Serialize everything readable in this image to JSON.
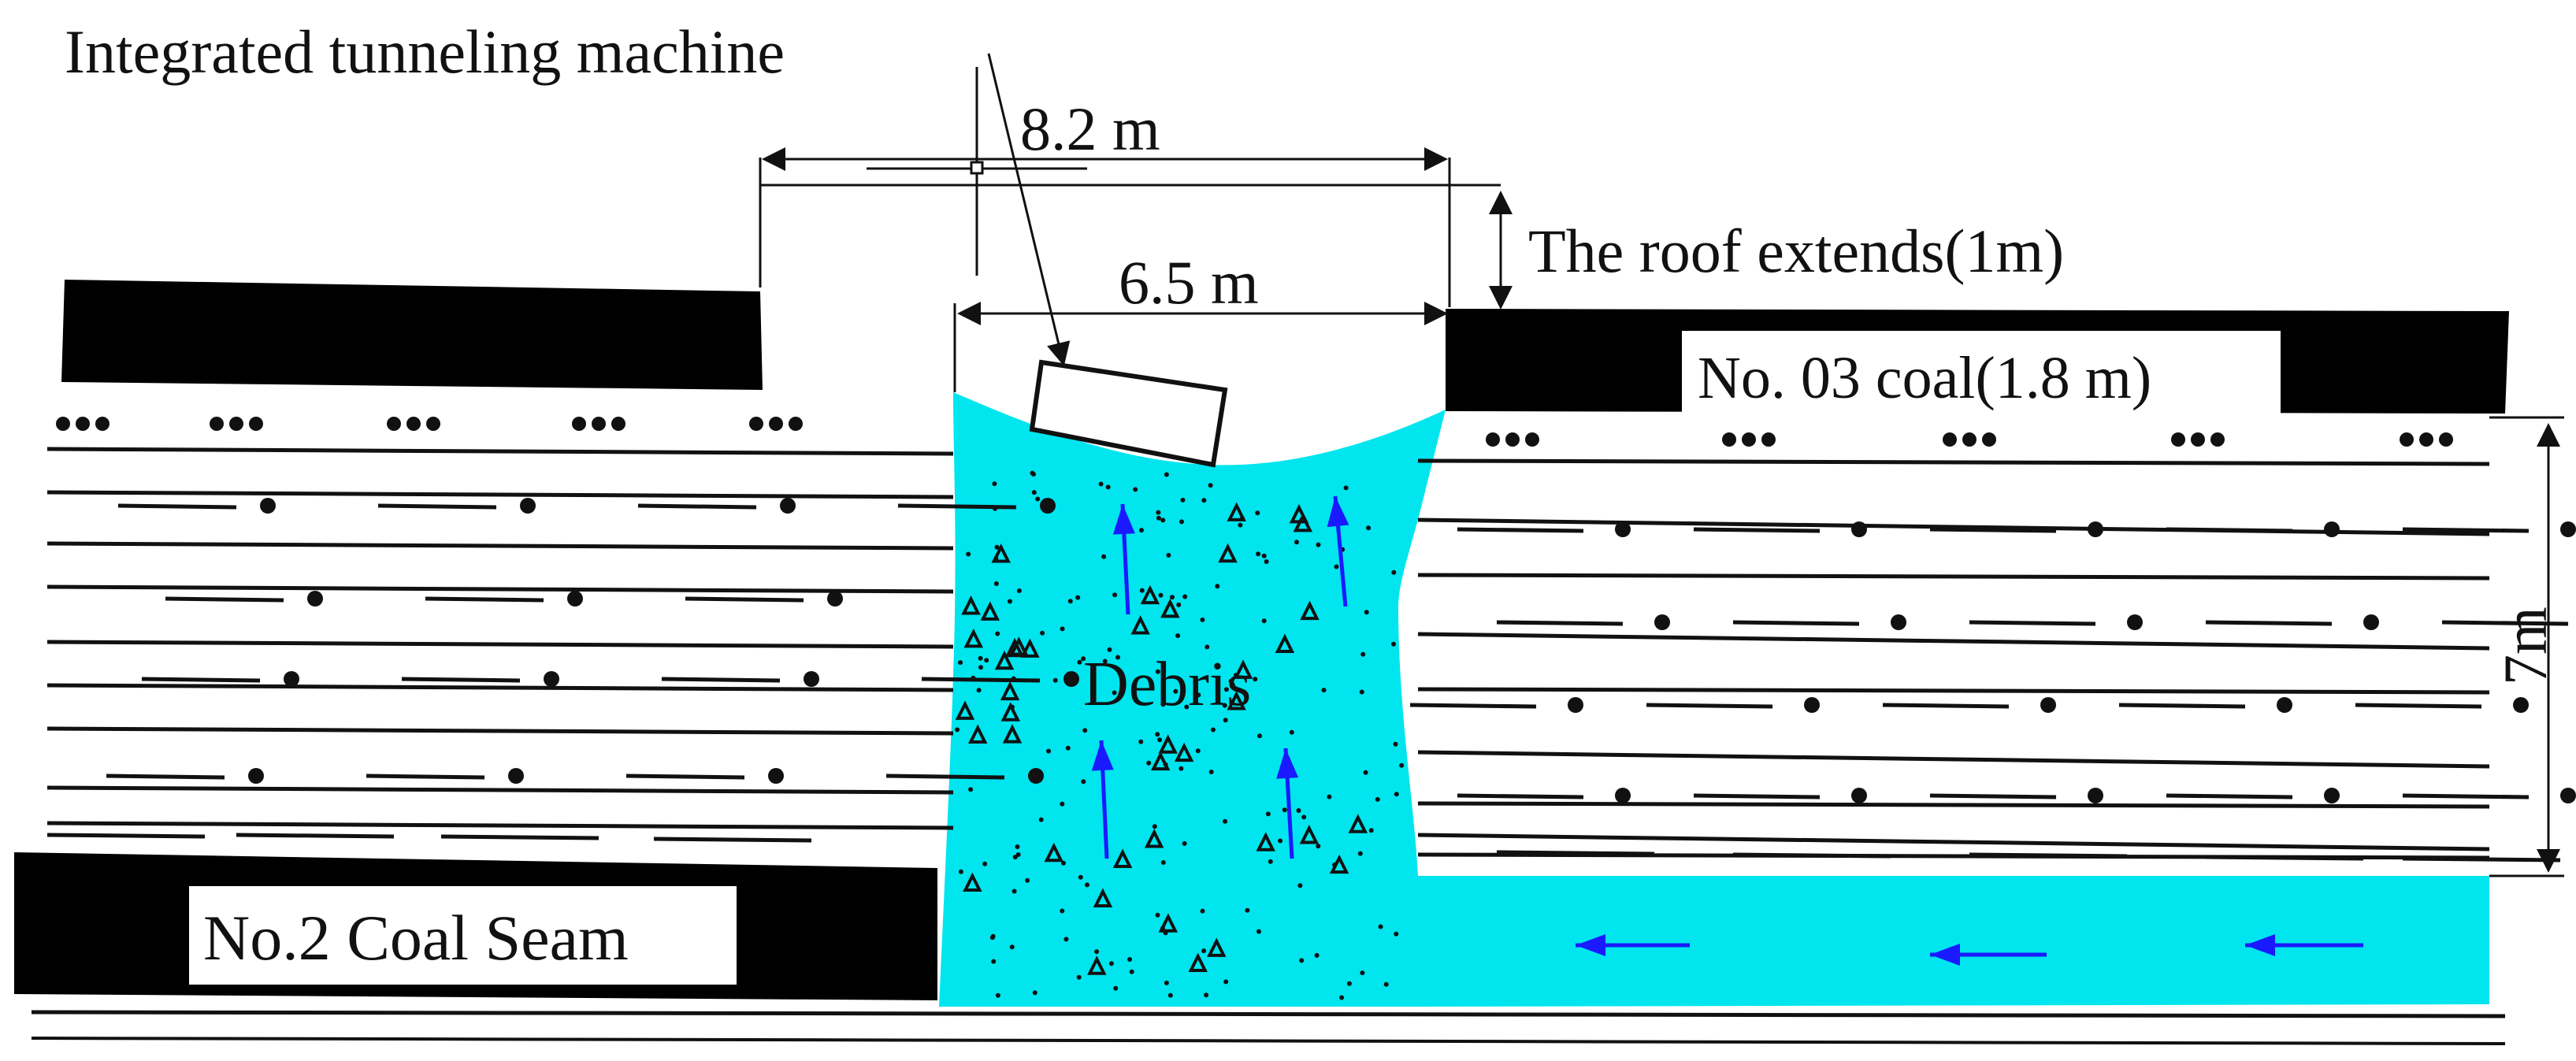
{
  "labels": {
    "machine": "Integrated tunneling machine",
    "dim_upper": "8.2 m",
    "dim_lower": "6.5 m",
    "roof_extends": "The roof  extends(1m)",
    "coal_03": "No. 03 coal(1.8 m)",
    "debris": "Debris",
    "dim_height": "7m",
    "coal_2": "No.2 Coal Seam"
  },
  "colors": {
    "coal": "#000000",
    "water": "#00e5ee",
    "arrow": "#1a1aff",
    "line": "#111111",
    "background": "#ffffff"
  }
}
